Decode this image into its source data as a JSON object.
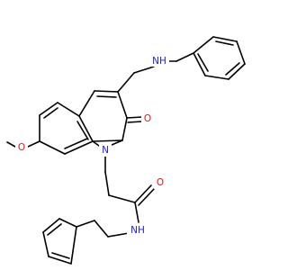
{
  "structure": {
    "atom_labels": {
      "amine_n": "NH",
      "ring_n": "N",
      "amide_nh": "NH",
      "ketone_o": "O",
      "amide_o": "O",
      "ether_o": "O"
    },
    "colors": {
      "nitrogen": "#1f1fd0",
      "oxygen": "#d91a1a",
      "bond": "#000000"
    }
  }
}
